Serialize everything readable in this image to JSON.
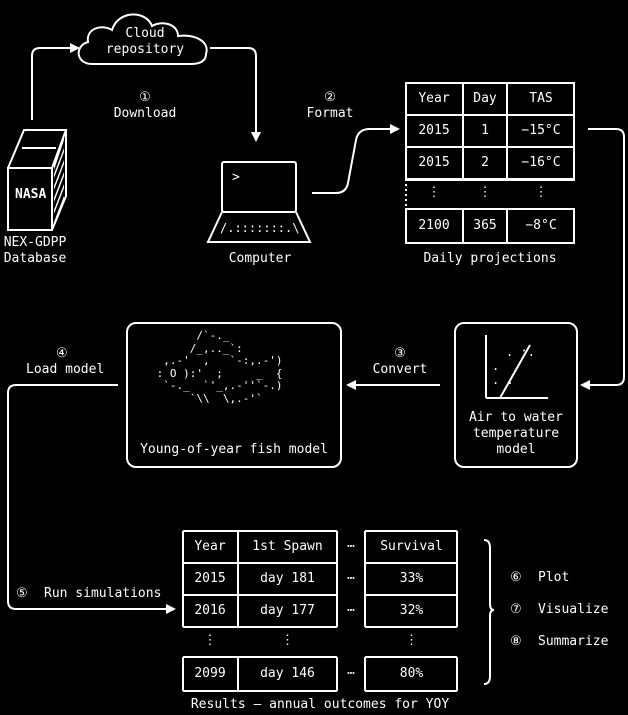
{
  "steps": {
    "s1_num": "①",
    "s1_label": "Download",
    "s2_num": "②",
    "s2_label": "Format",
    "s3_num": "③",
    "s3_label": "Convert",
    "s4_num": "④",
    "s4_label": "Load model",
    "s5_num": "⑤",
    "s5_label": "Run simulations",
    "s6_num": "⑥",
    "s6_label": "Plot",
    "s7_num": "⑦",
    "s7_label": "Visualize",
    "s8_num": "⑧",
    "s8_label": "Summarize"
  },
  "cloud": {
    "line1": "Cloud",
    "line2": "repository"
  },
  "nasa": {
    "box_label": "NASA",
    "caption1": "NEX-GDPP",
    "caption2": "Database"
  },
  "computer": {
    "prompt": ">",
    "keys": "/.:::::::.\\",
    "caption": "Computer"
  },
  "daily": {
    "caption": "Daily projections",
    "headers": [
      "Year",
      "Day",
      "TAS"
    ],
    "rows": [
      [
        "2015",
        "1",
        "−15°C"
      ],
      [
        "2015",
        "2",
        "−16°C"
      ],
      [
        "2100",
        "365",
        "−8°C"
      ]
    ],
    "ellipsis": "⋮"
  },
  "airwater": {
    "line1": "Air to water",
    "line2": "temperature",
    "line3": "model",
    "dots1": ". :.",
    "dots2": ".",
    "dots3": ". ."
  },
  "fish": {
    "caption": "Young-of-year fish model",
    "ascii": "       /`-._\n      /_,.._`:\n  ,.-'  ,   `-:,.-')\n : O ):'  ;     _  {\n  `-._  `'_,.-''`-.)\n      `\\\\  \\,.-'`\n"
  },
  "results": {
    "caption": "Results – annual outcomes for YOY",
    "headers": [
      "Year",
      "1st Spawn",
      "⋯",
      "Survival"
    ],
    "rows": [
      [
        "2015",
        "day 181",
        "⋯",
        "33%"
      ],
      [
        "2016",
        "day 177",
        "⋯",
        "32%"
      ],
      [
        "2099",
        "day 146",
        "⋯",
        "80%"
      ]
    ],
    "ellipsis": "⋮"
  }
}
